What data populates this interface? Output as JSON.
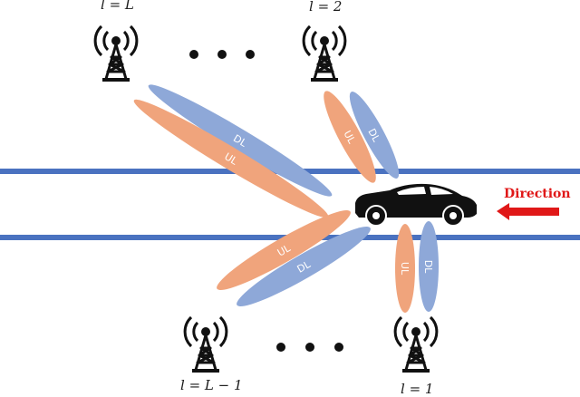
{
  "towers": {
    "bs_L": {
      "label": "l = L"
    },
    "bs_2": {
      "label": "l = 2"
    },
    "bs_Lm1": {
      "label": "l = L − 1"
    },
    "bs_1": {
      "label": "l = 1"
    }
  },
  "beams": {
    "ul_label": "UL",
    "dl_label": "DL"
  },
  "direction": {
    "label": "Direction"
  },
  "colors": {
    "ul_beam": "#f0a47c",
    "dl_beam": "#8ea8d8",
    "road_line": "#4a72c0",
    "arrow": "#e01818",
    "ink": "#111111"
  }
}
